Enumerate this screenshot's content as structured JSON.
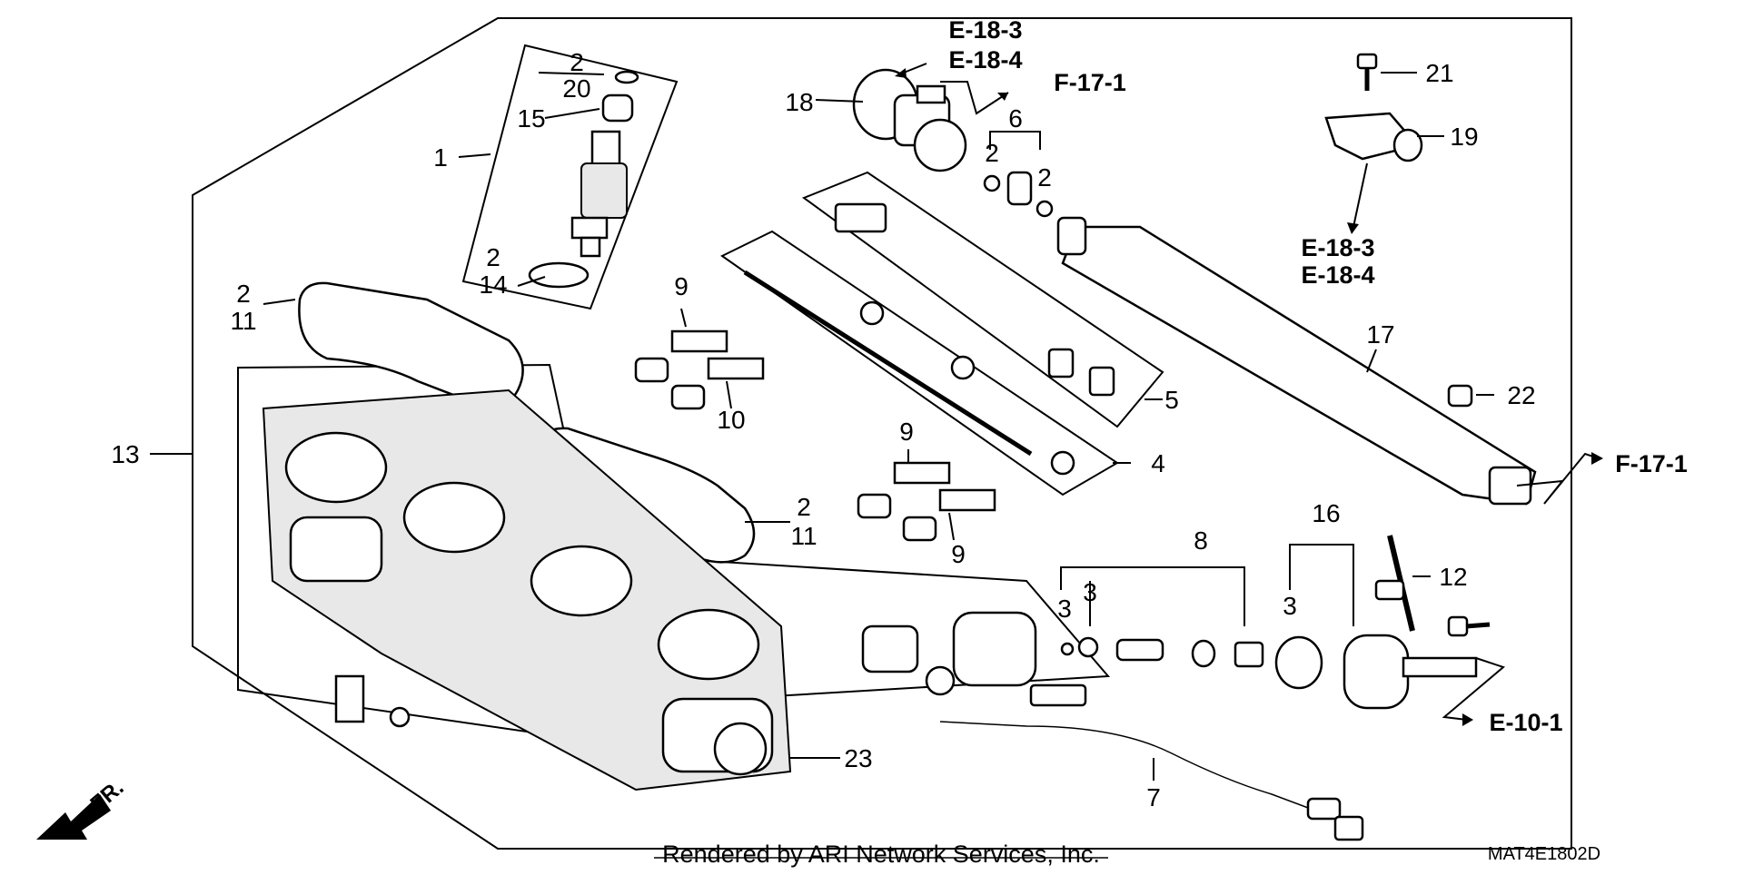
{
  "diagram": {
    "callouts": {
      "c1": "1",
      "c2a": "2",
      "c20": "20",
      "c15": "15",
      "c2b": "2",
      "c14": "14",
      "c2c": "2",
      "c11a": "11",
      "c13": "13",
      "c9a": "9",
      "c10": "10",
      "c9b": "9",
      "c9c": "9",
      "c2d": "2",
      "c11b": "11",
      "c23": "23",
      "c18": "18",
      "c6": "6",
      "c2e": "2",
      "c2f": "2",
      "c5": "5",
      "c4": "4",
      "c21": "21",
      "c19": "19",
      "c17": "17",
      "c22": "22",
      "c8": "8",
      "c16": "16",
      "c3a": "3",
      "c3b": "3",
      "c3c": "3",
      "c12": "12",
      "c7": "7"
    },
    "refs": {
      "r_e183_top": "E-18-3",
      "r_e184_top": "E-18-4",
      "r_f171_top": "F-17-1",
      "r_e183_right": "E-18-3",
      "r_e184_right": "E-18-4",
      "r_f171_right": "F-17-1",
      "r_e101": "E-10-1"
    },
    "front_marker": "FR.",
    "credit": "Rendered by ARI Network Services, Inc.",
    "diagram_code": "MAT4E1802D"
  }
}
